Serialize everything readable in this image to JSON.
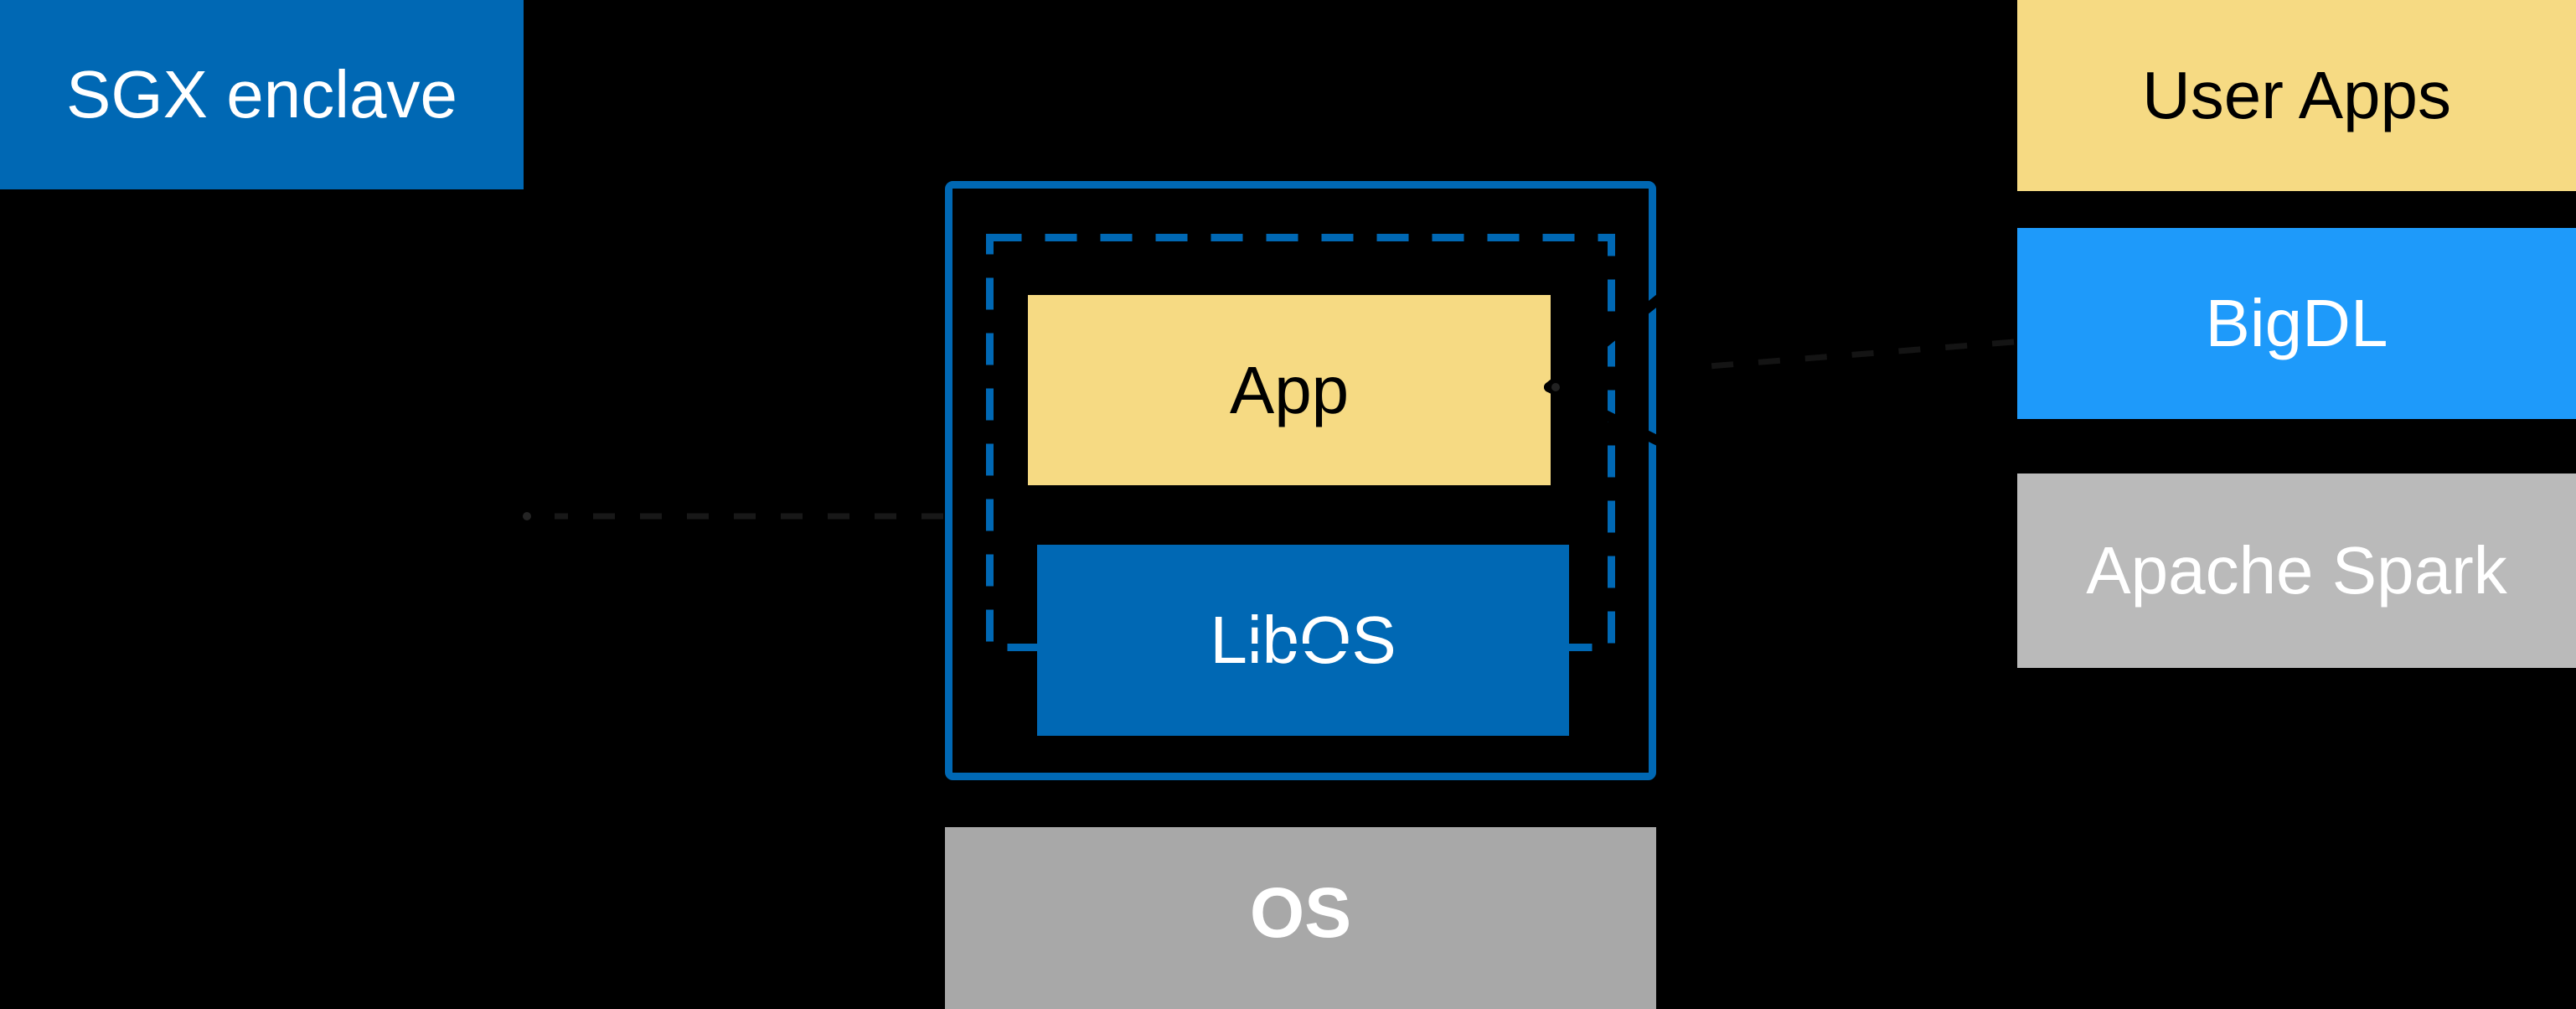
{
  "diagram": {
    "background_color": "#000000",
    "boxes": {
      "sgx": {
        "label": "SGX enclave",
        "fill": "#0068B4",
        "text_color": "#FFFFFF"
      },
      "app": {
        "label": "App",
        "fill": "#F6DA83",
        "text_color": "#000000"
      },
      "libos": {
        "label": "LibOS",
        "fill": "#0068B4",
        "text_color": "#FFFFFF"
      },
      "os": {
        "label": "OS",
        "fill": "#A8A8A8",
        "text_color": "#FFFFFF",
        "bold": true
      }
    },
    "right_stack": {
      "user_apps": {
        "label": "User Apps",
        "fill": "#F6DA83",
        "text_color": "#000000"
      },
      "bigdl": {
        "label": "BigDL",
        "fill": "#1E9AFA",
        "text_color": "#FFFFFF"
      },
      "apache_spark": {
        "label": "Apache Spark",
        "fill": "#BABABA",
        "text_color": "#FFFFFF"
      }
    },
    "enclave_outline": {
      "solid_border_color": "#0068B4",
      "dashed_border_color": "#0068B4"
    },
    "arrows": {
      "enclave_link": {
        "style": "dashed",
        "color": "#181818",
        "points_to": "SGX enclave"
      },
      "bigdl_to_app": {
        "style": "dashed",
        "color": "#181818",
        "points_to": "App"
      }
    }
  }
}
